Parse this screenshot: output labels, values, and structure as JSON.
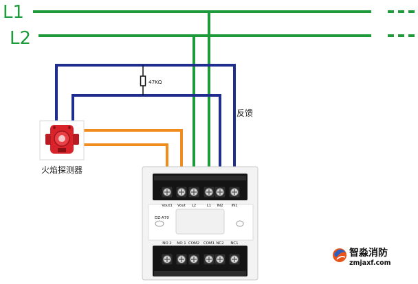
{
  "bus": {
    "l1_label": "L1",
    "l2_label": "L2"
  },
  "resistor": {
    "label": "47KΩ"
  },
  "feedback_label": "反馈",
  "detector": {
    "label": "火焰探测器"
  },
  "module": {
    "model": "DZ-A70",
    "top_terminals": [
      "Vout1",
      "Vout",
      "L2",
      "L1",
      "IN2",
      "IN1"
    ],
    "bottom_terminals": [
      "NO 2",
      "NO 1",
      "COM2",
      "COM1",
      "NC2",
      "NC1"
    ]
  },
  "logo": {
    "name": "智淼消防",
    "url": "zmjaxf.com"
  },
  "colors": {
    "bus_green": "#1f9a3b",
    "feedback_blue": "#1f2d8f",
    "signal_orange": "#f08c1e",
    "detector_red": "#d8232a"
  }
}
